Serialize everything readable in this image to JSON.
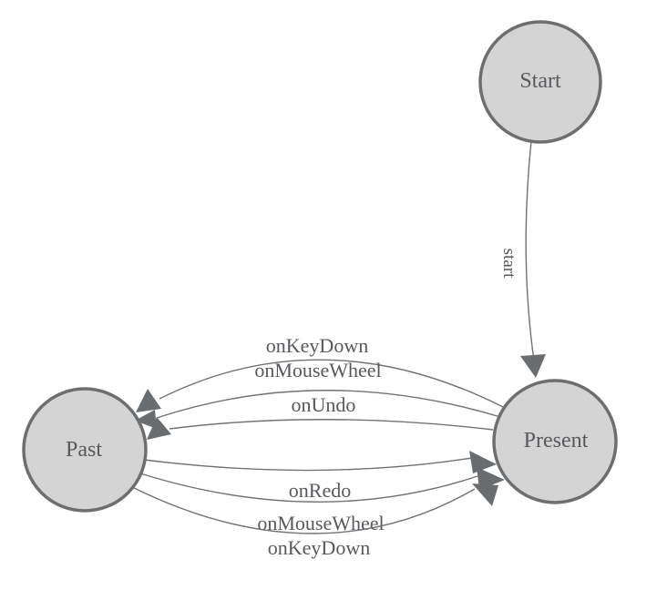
{
  "diagram": {
    "type": "state-machine",
    "nodes": [
      {
        "id": "Start",
        "label": "Start"
      },
      {
        "id": "Past",
        "label": "Past"
      },
      {
        "id": "Present",
        "label": "Present"
      }
    ],
    "edges": [
      {
        "from": "Start",
        "to": "Present",
        "label": "start"
      },
      {
        "from": "Present",
        "to": "Past",
        "label": "onKeyDown"
      },
      {
        "from": "Present",
        "to": "Past",
        "label": "onMouseWheel"
      },
      {
        "from": "Present",
        "to": "Past",
        "label": "onUndo"
      },
      {
        "from": "Past",
        "to": "Present",
        "label": "onRedo"
      },
      {
        "from": "Past",
        "to": "Present",
        "label": "onMouseWheel"
      },
      {
        "from": "Past",
        "to": "Present",
        "label": "onKeyDown"
      }
    ],
    "colors": {
      "background": "#ffffff",
      "node_fill": "#d4d4d5",
      "node_border": "#6c6e70",
      "edge_line": "#707274",
      "arrowhead": "#6a6d6f",
      "text": "#57595c"
    }
  }
}
